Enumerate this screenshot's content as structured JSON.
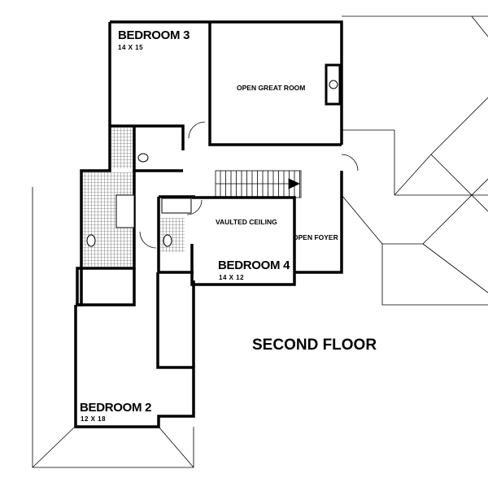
{
  "plan": {
    "title": "SECOND FLOOR",
    "rooms": [
      {
        "name": "BEDROOM 3",
        "size": "14 X 15"
      },
      {
        "name": "OPEN GREAT ROOM"
      },
      {
        "name": "VAULTED CEILING"
      },
      {
        "name": "OPEN FOYER"
      },
      {
        "name": "BEDROOM 4",
        "size": "14 X 12"
      },
      {
        "name": "BEDROOM 2",
        "size": "12 X 18"
      }
    ]
  }
}
